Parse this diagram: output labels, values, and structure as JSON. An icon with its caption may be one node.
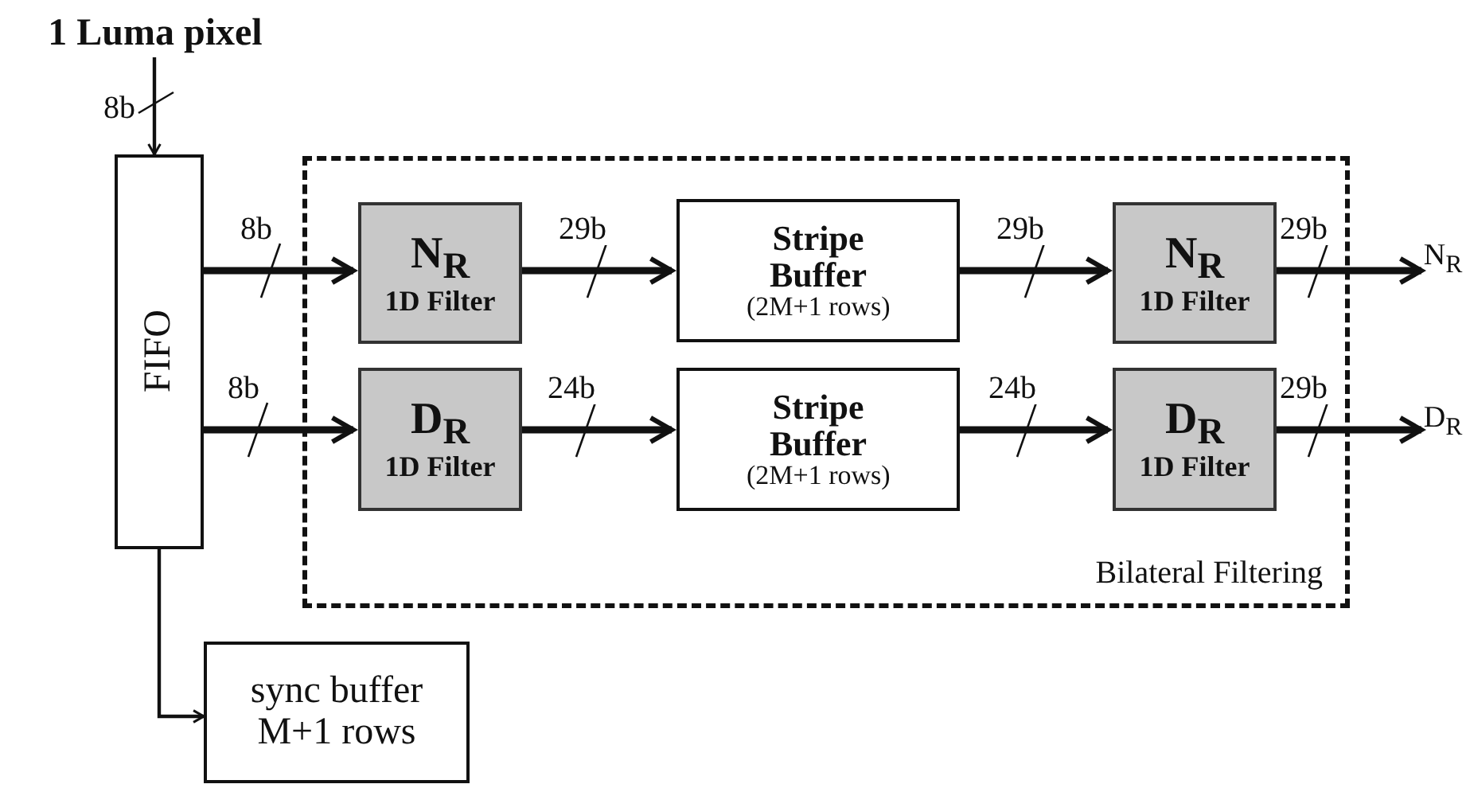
{
  "diagram": {
    "nodes": [
      {
        "text": [
          "1 Luma pixel"
        ]
      },
      {
        "text": [
          "FIFO"
        ]
      },
      {
        "text": [
          "Bilateral Filtering"
        ]
      },
      {
        "text": [
          "N$_{R}$",
          "1D Filter"
        ],
        "in": 2
      },
      {
        "text": [
          "Stripe Buffer",
          "(2M+1 rows)"
        ],
        "in": 2
      },
      {
        "text": [
          "N$_{R}$",
          "1D Filter"
        ],
        "in": 2
      },
      {
        "text": [
          "D$_{R}$",
          "1D Filter"
        ],
        "in": 2
      },
      {
        "text": [
          "Stripe Buffer",
          "(2M+1 rows)"
        ],
        "in": 2
      },
      {
        "text": [
          "D$_{R}$",
          "1D Filter"
        ],
        "in": 2
      },
      {
        "text": [
          "N$_{R}$"
        ]
      },
      {
        "text": [
          "D$_{R}$"
        ]
      },
      {
        "text": [
          "sync buffer M+1 rows"
        ]
      }
    ],
    "edges": [
      {
        "from": 0,
        "to": 1,
        "arrow": "to",
        "label": "8b"
      },
      {
        "from": 1,
        "to": 3,
        "arrow": "to",
        "label": "8b"
      },
      {
        "from": 3,
        "to": 4,
        "arrow": "to",
        "label": "29b"
      },
      {
        "from": 4,
        "to": 5,
        "arrow": "to",
        "label": "29b"
      },
      {
        "from": 5,
        "to": 9,
        "arrow": "to",
        "label": "29b"
      },
      {
        "from": 1,
        "to": 6,
        "arrow": "to",
        "label": "8b"
      },
      {
        "from": 6,
        "to": 7,
        "arrow": "to",
        "label": "24b"
      },
      {
        "from": 7,
        "to": 8,
        "arrow": "to",
        "label": "24b"
      },
      {
        "from": 8,
        "to": 10,
        "arrow": "to",
        "label": "29b"
      },
      {
        "from": 1,
        "to": 11,
        "arrow": "to"
      }
    ]
  }
}
